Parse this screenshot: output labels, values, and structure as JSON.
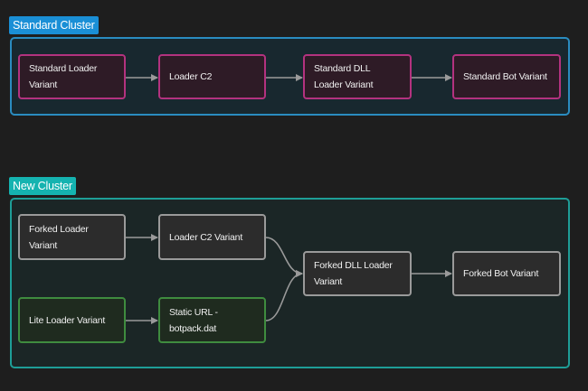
{
  "colors": {
    "background": "#1e1e1e",
    "standard_accent": "#1a8fd6",
    "standard_border": "#2a8cc0",
    "standard_fill": "#18282f",
    "new_accent": "#15b3b0",
    "new_border": "#1e9e97",
    "new_fill": "#1b2626",
    "magenta_border": "#b3327f",
    "magenta_fill": "#2e1b26",
    "gray_border": "#9a9a9a",
    "gray_fill": "#2c2c2c",
    "green_border": "#3f8c3f",
    "green_fill": "#1f2b1f",
    "edge": "#9a9a9a"
  },
  "standard_cluster": {
    "label": "Standard Cluster",
    "nodes": {
      "loader": "Standard Loader Variant",
      "c2": "Loader C2",
      "dll": "Standard DLL Loader Variant",
      "bot": "Standard Bot Variant"
    }
  },
  "new_cluster": {
    "label": "New Cluster",
    "nodes": {
      "forked_loader": "Forked Loader Variant",
      "loader_c2": "Loader C2 Variant",
      "lite_loader": "Lite Loader Variant",
      "static_url": "Static URL - botpack.dat",
      "forked_dll": "Forked DLL Loader Variant",
      "forked_bot": "Forked Bot Variant"
    }
  }
}
